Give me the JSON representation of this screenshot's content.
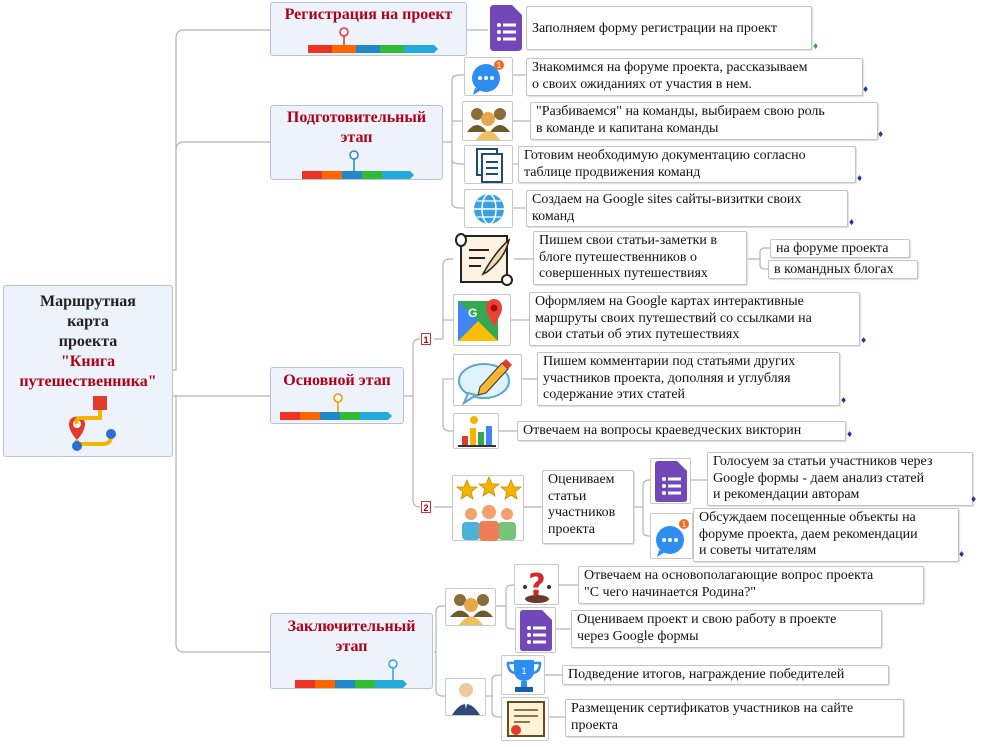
{
  "root": {
    "line1": "Маршрутная",
    "line2": "карта",
    "line3": "проекта",
    "title_line1": "\"Книга",
    "title_line2": "путешественника\""
  },
  "stages": {
    "registration": "Регистрация на проект",
    "prep_line1": "Подготовительный",
    "prep_line2": "этап",
    "main": "Основной этап",
    "final_line1": "Заключительный",
    "final_line2": "этап"
  },
  "markers": {
    "m1": "1",
    "m2": "2"
  },
  "leaves": {
    "reg_form": "Заполняем форму регистрации на проект",
    "prep_forum_l1": "Знакомимся  на форуме проекта, рассказываем",
    "prep_forum_l2": "о своих ожиданиях от участия в нем.",
    "prep_teams_l1": "\"Разбиваемся\" на команды, выбираем свою роль",
    "prep_teams_l2": "в команде и капитана команды",
    "prep_docs_l1": "Готовим необходимую документацию согласно",
    "prep_docs_l2": "таблице продвижения команд",
    "prep_sites_l1": "Создаем на Google sites сайты-визитки своих",
    "prep_sites_l2": "команд",
    "main_blog_l1": "Пишем свои статьи-заметки в",
    "main_blog_l2": "блоге путешественников о",
    "main_blog_l3": "совершенных  путешествиях",
    "main_blog_forum": "на форуме проекта",
    "main_blog_teams": "в командных блогах",
    "main_maps_l1": "Оформляем на Google картах интерактивные",
    "main_maps_l2": "маршруты своих путешествий со ссылками на",
    "main_maps_l3": "свои статьи об этих путешествиях",
    "main_comments_l1": "Пишем комментарии под статьями других",
    "main_comments_l2": "участников проекта, дополняя и углубляя",
    "main_comments_l3": "содержание этих статей",
    "main_quiz": "Отвечаем на вопросы краеведческих викторин",
    "rate_l1": "Оцениваем",
    "rate_l2": "статьи",
    "rate_l3": "участников",
    "rate_l4": "проекта",
    "vote_l1": "Голосуем за статьи участников через",
    "vote_l2": "Google формы - даем анализ статей",
    "vote_l3": "и рекомендации авторам",
    "discuss_l1": "Обсуждаем посещенные объекты на",
    "discuss_l2": "форуме  проекта, даем рекомендации",
    "discuss_l3": "и советы читателям",
    "final_q_l1": "Отвечаем на основополагающие вопрос проекта",
    "final_q_l2": "\"С чего начинается Родина?\"",
    "final_eval_l1": "Оцениваем проект и свою работу в проекте",
    "final_eval_l2": "через Google формы",
    "final_results": "Подведение итогов, награждение победителей",
    "final_certs_l1": "Размещеник сертификатов участников на сайте",
    "final_certs_l2": "проекта"
  },
  "badge": "1",
  "icons": [
    "google-forms-icon",
    "chat-bubble-icon",
    "team-icon",
    "documents-icon",
    "globe-icon",
    "scroll-quill-icon",
    "google-maps-icon",
    "comment-pencil-icon",
    "quiz-chart-icon",
    "stars-people-icon",
    "question-mark-icon",
    "person-icon",
    "trophy-icon",
    "certificate-icon",
    "route-map-icon",
    "timeline-icon",
    "pin-icon"
  ],
  "colors": {
    "stage_title": "#b00018",
    "node_bg": "#eef2fa",
    "node_border": "#b8c2d6",
    "connector": "#b0b0b0",
    "pin": "#1a3b9c"
  }
}
